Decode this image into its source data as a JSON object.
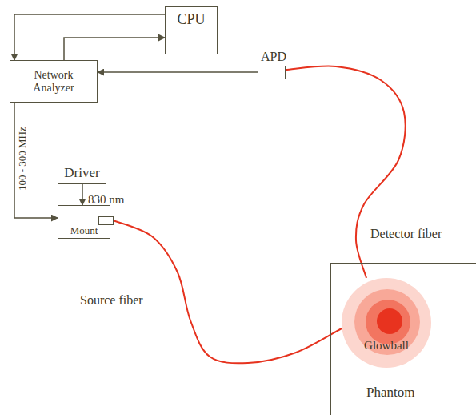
{
  "diagram": {
    "nodes": [
      {
        "text": [
          "CPU"
        ]
      },
      {
        "text": [
          "Network Analyzer"
        ]
      },
      {
        "text": [
          "APD"
        ]
      },
      {
        "text": [
          "Driver"
        ]
      },
      {
        "text": [
          "Mount"
        ]
      },
      {
        "text": [
          "Phantom"
        ]
      },
      {
        "text": [
          "Glowball"
        ],
        "in": 5
      }
    ],
    "edges": [
      {
        "from": 0,
        "to": 1,
        "arrow": "to"
      },
      {
        "from": 1,
        "to": 0,
        "arrow": "to"
      },
      {
        "from": 2,
        "to": 1,
        "arrow": "to"
      },
      {
        "from": 1,
        "to": 4,
        "label": "100 - 300 MHz",
        "arrow": "to"
      },
      {
        "from": 3,
        "to": 4,
        "arrow": "to"
      },
      {
        "from": 4,
        "to": 6,
        "label": "Source fiber",
        "arrow": "none"
      },
      {
        "from": 6,
        "to": 2,
        "label": "Detector fiber",
        "arrow": "none"
      }
    ],
    "labels": [
      "830 nm"
    ]
  }
}
